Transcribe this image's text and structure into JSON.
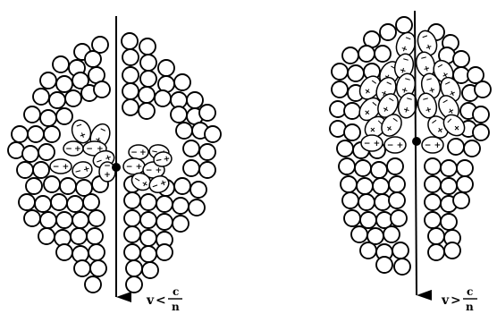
{
  "colors": {
    "ink": "#000000",
    "paper": "#ffffff"
  },
  "panels": [
    {
      "id": "left",
      "label": {
        "v": "v",
        "relation": "<",
        "numerator": "c",
        "denominator": "n"
      }
    },
    {
      "id": "right",
      "label": {
        "v": "v",
        "relation": ">",
        "numerator": "c",
        "denominator": "n"
      }
    }
  ],
  "signs": {
    "minus": "−",
    "plus": "+"
  }
}
